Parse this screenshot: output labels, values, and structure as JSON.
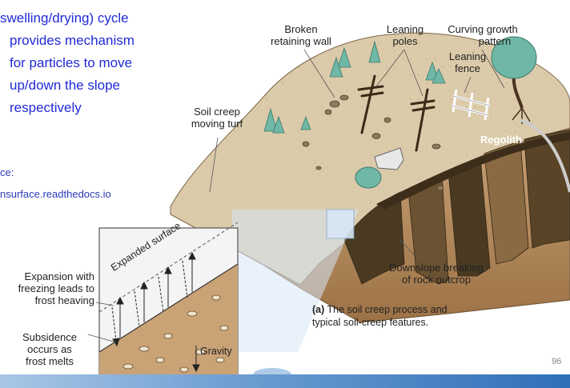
{
  "slide": {
    "bullet_lines": [
      "swelling/drying) cycle",
      "provides mechanism",
      "for particles to move",
      "up/down the slope",
      "respectively"
    ],
    "source_label": "ce:",
    "source_url": "nsurface.readthedocs.io",
    "page_number": "96"
  },
  "diagram": {
    "labels": {
      "broken_wall": [
        "Broken",
        "retaining wall"
      ],
      "leaning_poles": [
        "Leaning",
        "poles"
      ],
      "curving_growth": [
        "Curving growth",
        "pattern"
      ],
      "leaning_fence": [
        "Leaning",
        "fence"
      ],
      "soil_creep": [
        "Soil creep",
        "moving turf"
      ],
      "regolith": "Regolith",
      "downslope": [
        "Downslope breaking",
        "of rock outcrop"
      ],
      "expansion": [
        "Expansion with",
        "freezing leads to",
        "frost heaving"
      ],
      "subsidence": [
        "Subsidence",
        "occurs as",
        "frost melts"
      ],
      "expanded_surface": "Expanded surface",
      "gravity": "Gravity"
    },
    "caption_bold": "(a)",
    "caption_rest_1": " The soil creep process and",
    "caption_line2": "typical soil-creep features.",
    "colors": {
      "slide_text": "#1f2ad6",
      "soil_top": "#dccbaa",
      "soil_side": "#b08a5e",
      "rock_dark": "#4a3a22",
      "tree": "#6fb7a6",
      "inset_bg": "#f2f2f2",
      "bottom_bar": "#2f6fb8"
    }
  }
}
